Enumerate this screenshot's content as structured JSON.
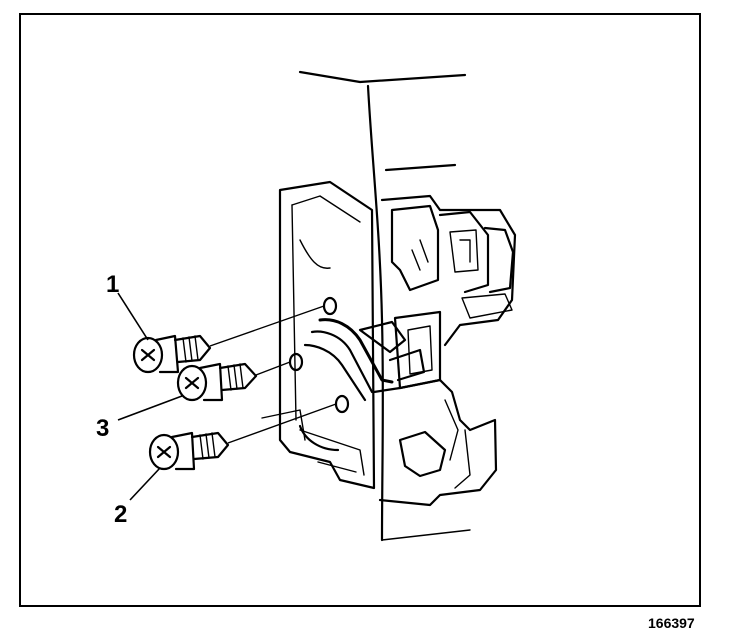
{
  "diagram": {
    "callouts": [
      {
        "id": "1",
        "label": "1"
      },
      {
        "id": "2",
        "label": "2"
      },
      {
        "id": "3",
        "label": "3"
      }
    ],
    "figure_number": "166397"
  },
  "colors": {
    "ink": "#000000",
    "paper": "#ffffff"
  }
}
